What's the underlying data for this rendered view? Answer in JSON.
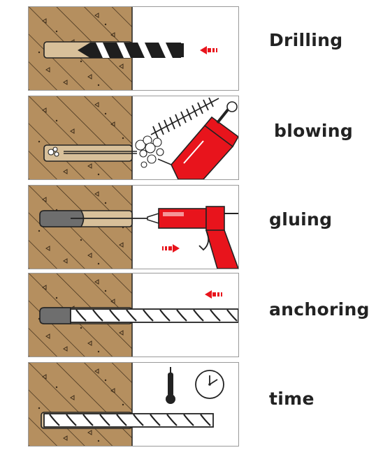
{
  "steps": [
    {
      "id": "drilling",
      "label": "Drilling"
    },
    {
      "id": "blowing",
      "label": "blowing"
    },
    {
      "id": "gluing",
      "label": "gluing"
    },
    {
      "id": "anchoring",
      "label": "anchoring"
    },
    {
      "id": "time",
      "label": "time"
    }
  ],
  "colors": {
    "concrete": "#b58f5f",
    "hatch": "#3a2a18",
    "hole": "#d8c09a",
    "tool_red": "#e8141c",
    "glue_gray": "#6e6e6e",
    "line": "#222222"
  },
  "icons": [
    "drill-bit-icon",
    "arrow-left-icon",
    "cleaning-brush-icon",
    "air-pump-icon",
    "glue-gun-icon",
    "arrow-right-icon",
    "threaded-rod-icon",
    "thermometer-icon",
    "clock-icon"
  ]
}
